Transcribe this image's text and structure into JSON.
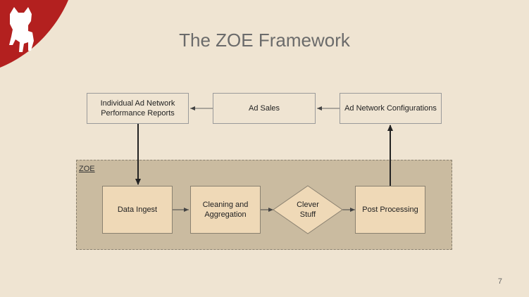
{
  "slide": {
    "title": "The ZOE Framework",
    "page_number": "7"
  },
  "logo": {
    "icon": "dog-silhouette-icon",
    "accent_color": "#b3201f"
  },
  "diagram": {
    "top_row": {
      "reports": "Individual Ad Network Performance Reports",
      "ad_sales": "Ad Sales",
      "configurations": "Ad Network Configurations"
    },
    "zoe": {
      "label": "ZOE",
      "data_ingest": "Data Ingest",
      "cleaning": "Cleaning and Aggregation",
      "clever_stuff": "Clever Stuff",
      "post_processing": "Post Processing"
    }
  }
}
